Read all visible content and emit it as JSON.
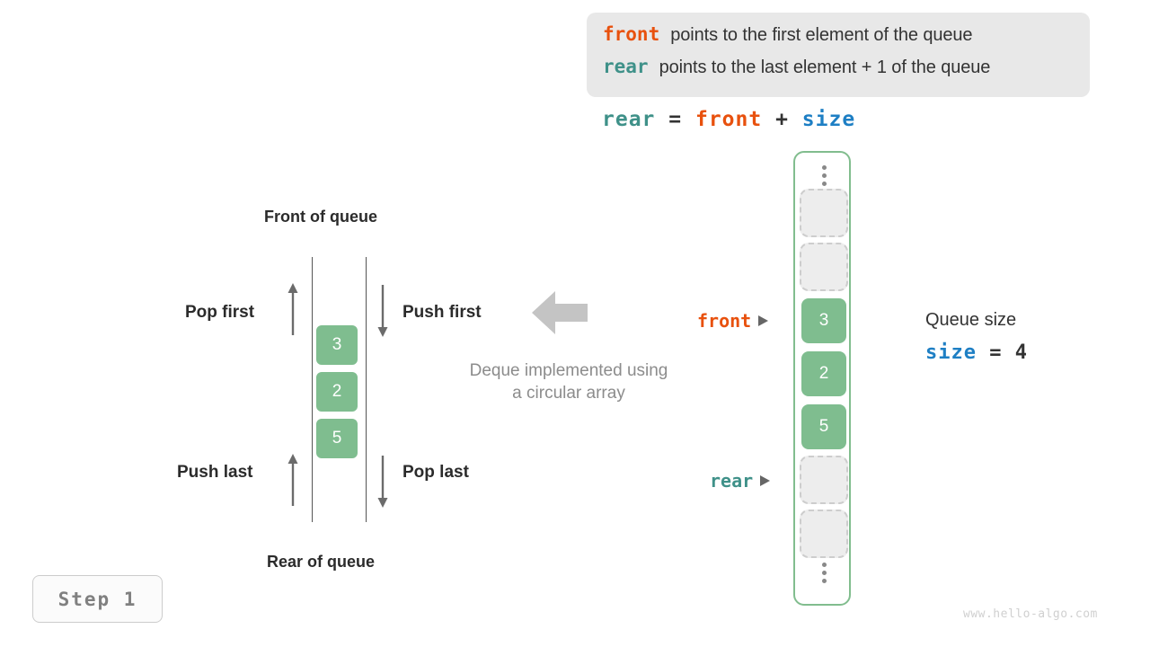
{
  "info_box": {
    "lines": [
      {
        "keyword": "front",
        "keyword_color": "#e8510e",
        "text": "points to the first element of the queue"
      },
      {
        "keyword": "rear",
        "keyword_color": "#3f9189",
        "text": "points to the last element + 1 of the queue"
      }
    ]
  },
  "formula": {
    "lhs": "rear",
    "equals": "=",
    "rhs1": "front",
    "plus": "+",
    "rhs2": "size"
  },
  "deque": {
    "front_label": "Front of queue",
    "rear_label": "Rear of queue",
    "operations": {
      "pop_first": "Pop first",
      "push_first": "Push first",
      "push_last": "Push last",
      "pop_last": "Pop last"
    },
    "cells": [
      "3",
      "2",
      "5"
    ],
    "caption_line1": "Deque implemented using",
    "caption_line2": "a circular array",
    "big_arrow_icon": "arrow-left-icon"
  },
  "circular_array": {
    "top_ellipsis_icon": "vertical-ellipsis-icon",
    "bottom_ellipsis_icon": "vertical-ellipsis-icon",
    "slots": [
      {
        "value": "",
        "state": "empty"
      },
      {
        "value": "",
        "state": "empty"
      },
      {
        "value": "3",
        "state": "filled"
      },
      {
        "value": "2",
        "state": "filled"
      },
      {
        "value": "5",
        "state": "filled"
      },
      {
        "value": "",
        "state": "empty"
      },
      {
        "value": "",
        "state": "empty"
      }
    ],
    "pointers": {
      "front": "front",
      "rear": "rear"
    }
  },
  "queue_size": {
    "title": "Queue size",
    "var_name": "size",
    "equals": "=",
    "value": "4"
  },
  "step_badge": {
    "label": "Step 1"
  },
  "watermark": {
    "text": "www.hello-algo.com"
  },
  "colors": {
    "front": "#e8510e",
    "rear": "#3f9189",
    "size": "#1e7fc4",
    "cell_green": "#7fbd8f",
    "container_green": "#81bd8e",
    "empty_slot": "#ededed",
    "empty_border": "#cdcdcd",
    "muted_text": "#8c8c8c"
  }
}
